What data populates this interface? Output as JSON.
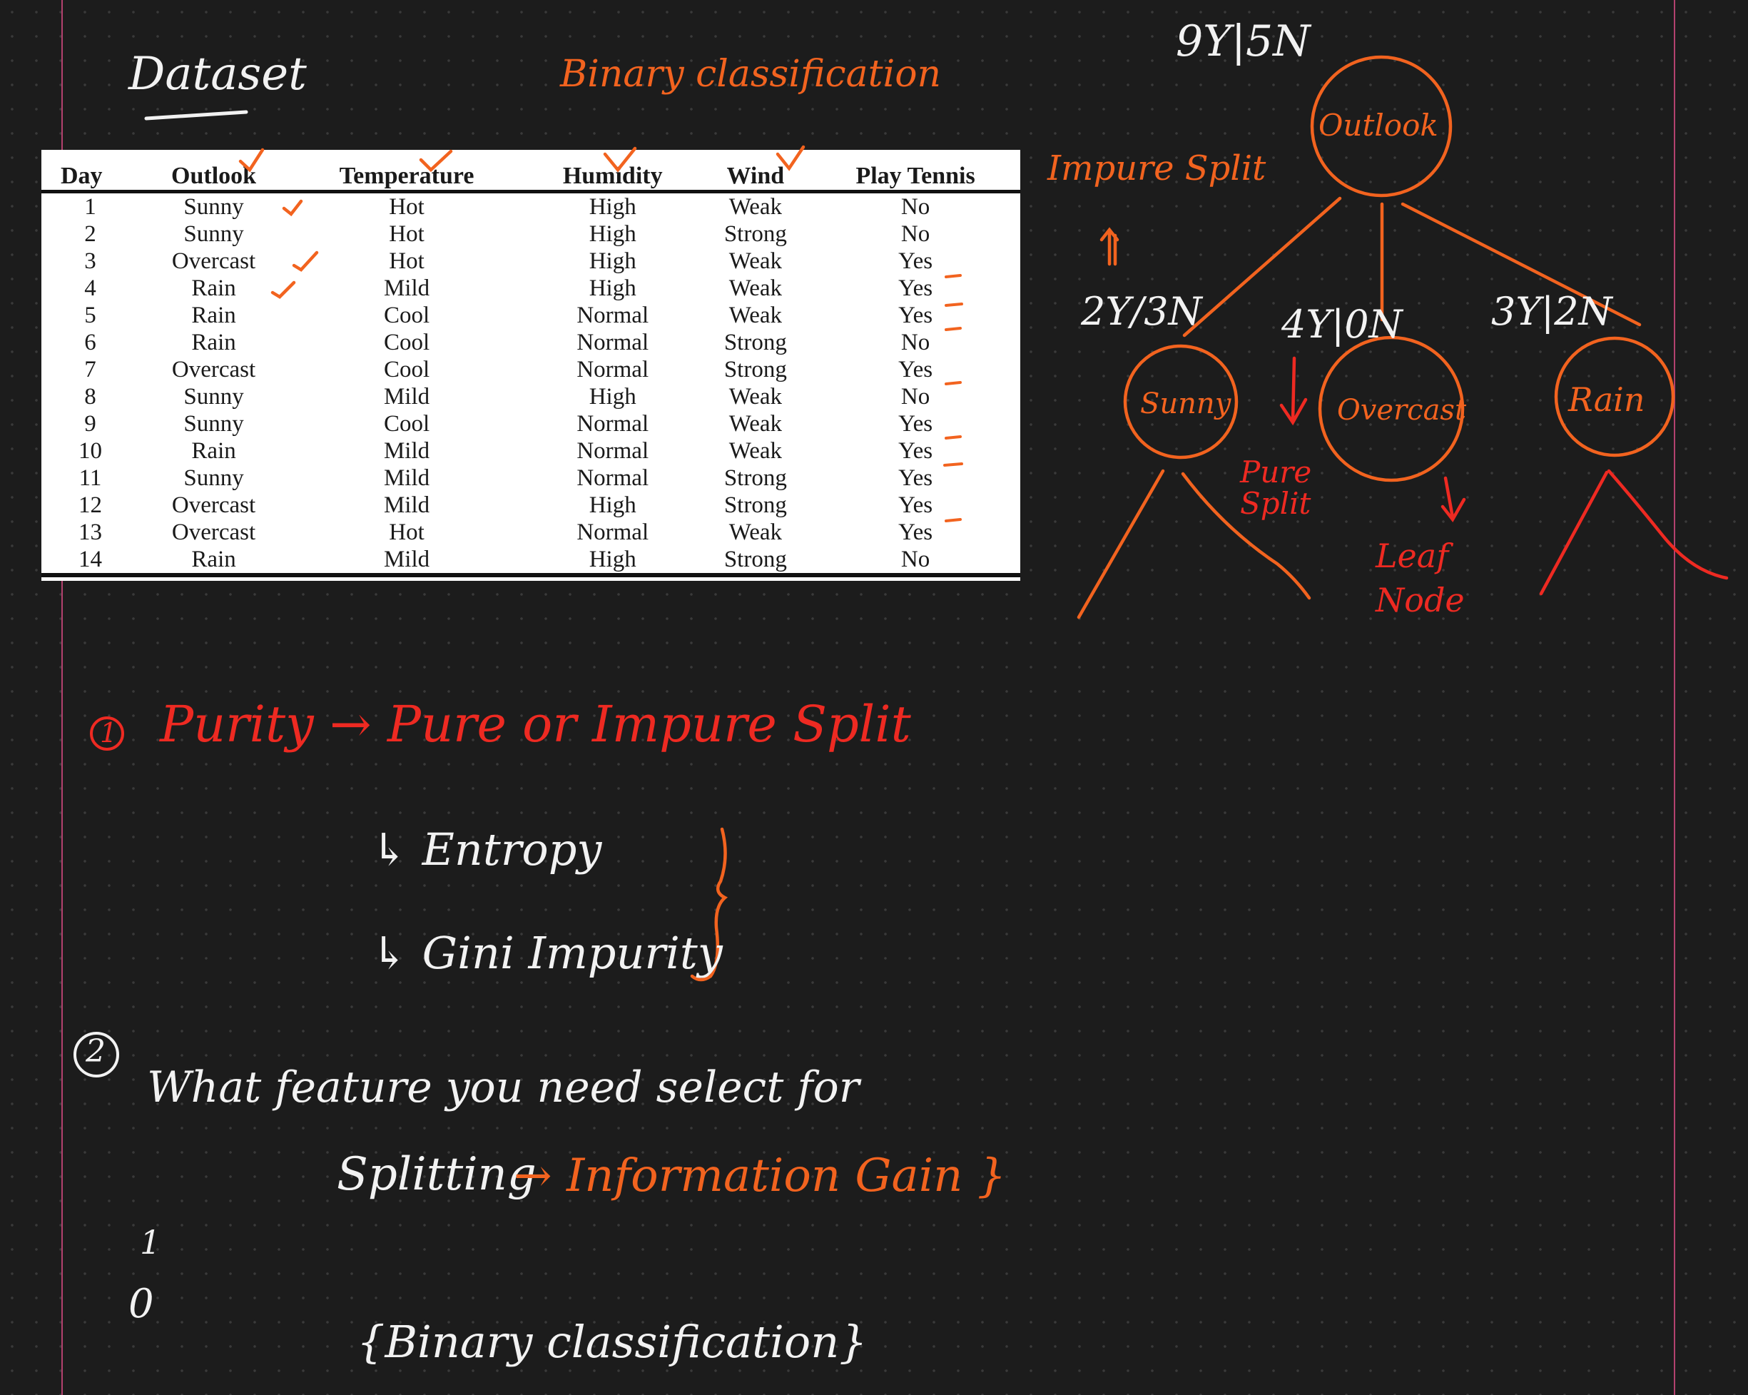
{
  "colors": {
    "background": "#1c1c1c",
    "white_ink": "#f2f2f2",
    "orange_ink": "#f2631f",
    "red_ink": "#ee2a22",
    "page_rule": "#b3416e"
  },
  "headings": {
    "dataset": "Dataset",
    "binary_classification": "Binary classification"
  },
  "table": {
    "headers": [
      "Day",
      "Outlook",
      "Temperature",
      "Humidity",
      "Wind",
      "Play Tennis"
    ],
    "rows": [
      [
        "1",
        "Sunny",
        "Hot",
        "High",
        "Weak",
        "No"
      ],
      [
        "2",
        "Sunny",
        "Hot",
        "High",
        "Strong",
        "No"
      ],
      [
        "3",
        "Overcast",
        "Hot",
        "High",
        "Weak",
        "Yes"
      ],
      [
        "4",
        "Rain",
        "Mild",
        "High",
        "Weak",
        "Yes"
      ],
      [
        "5",
        "Rain",
        "Cool",
        "Normal",
        "Weak",
        "Yes"
      ],
      [
        "6",
        "Rain",
        "Cool",
        "Normal",
        "Strong",
        "No"
      ],
      [
        "7",
        "Overcast",
        "Cool",
        "Normal",
        "Strong",
        "Yes"
      ],
      [
        "8",
        "Sunny",
        "Mild",
        "High",
        "Weak",
        "No"
      ],
      [
        "9",
        "Sunny",
        "Cool",
        "Normal",
        "Weak",
        "Yes"
      ],
      [
        "10",
        "Rain",
        "Mild",
        "Normal",
        "Weak",
        "Yes"
      ],
      [
        "11",
        "Sunny",
        "Mild",
        "Normal",
        "Strong",
        "Yes"
      ],
      [
        "12",
        "Overcast",
        "Mild",
        "High",
        "Strong",
        "Yes"
      ],
      [
        "13",
        "Overcast",
        "Hot",
        "Normal",
        "Weak",
        "Yes"
      ],
      [
        "14",
        "Rain",
        "Mild",
        "High",
        "Strong",
        "No"
      ]
    ]
  },
  "tree": {
    "root_count": "9Y|5N",
    "root_label": "Outlook",
    "impure_split": "Impure Split",
    "branches": {
      "sunny": {
        "label": "Sunny",
        "count": "2Y/3N"
      },
      "overcast": {
        "label": "Overcast",
        "count": "4Y|0N"
      },
      "rain": {
        "label": "Rain",
        "count": "3Y|2N"
      }
    },
    "pure_split": "Pure Split",
    "leaf_node": "Leaf Node"
  },
  "notes": {
    "item1_number": "1",
    "item1_text": "Purity → Pure or Impure Split",
    "entropy": "↳ Entropy",
    "gini": "↳ Gini Impurity",
    "item2_number": "2",
    "item2_line1": "What feature you need select for",
    "item2_line2": "Splitting",
    "information_gain": "→ Information Gain }",
    "digit_one": "1",
    "digit_zero": "0",
    "binary_classification_braced": "{Binary classification}"
  }
}
